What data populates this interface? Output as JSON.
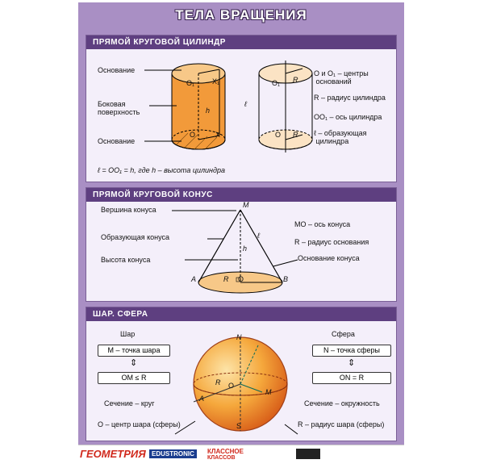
{
  "poster": {
    "title": "ТЕЛА ВРАЩЕНИЯ"
  },
  "cylinder": {
    "header": "ПРЯМОЙ КРУГОВОЙ ЦИЛИНДР",
    "label_base_top": "Основание",
    "label_lateral": "Боковая\nповерхность",
    "label_base_bottom": "Основание",
    "pt_o1": "O₁",
    "pt_o": "O",
    "pt_x1": "X₁",
    "pt_x": "X",
    "lbl_h": "h",
    "pt_o1_right": "O₁",
    "pt_o_right": "O",
    "lbl_r_top": "R",
    "lbl_r_bottom": "R",
    "lbl_l": "ℓ",
    "desc_1": "O и O₁ – центры\n оснований",
    "desc_2": "R – радиус цилиндра",
    "desc_3": "OO₁ – ось цилиндра",
    "desc_4": "ℓ – образующая\n цилиндра",
    "formula": "ℓ = OO₁ = h,  где h – высота цилиндра"
  },
  "cone": {
    "header": "ПРЯМОЙ КРУГОВОЙ КОНУС",
    "label_vertex": "Вершина конуса",
    "label_generator": "Образующая конуса",
    "label_height": "Высота конуса",
    "label_base": "Основание конуса",
    "pt_m": "M",
    "pt_a": "A",
    "pt_b": "B",
    "pt_o": "O",
    "lbl_r": "R",
    "lbl_h": "h",
    "lbl_l": "ℓ",
    "desc_1": "MO – ось конуса",
    "desc_2": "R – радиус основания"
  },
  "sphere": {
    "header": "ШАР. СФЕРА",
    "ball_title": "Шар",
    "ball_box_1": "M – точка шара",
    "ball_box_2": "OM ≤ R",
    "ball_section": "Сечение – круг",
    "ball_center": "O – центр шара (сферы)",
    "sphere_title": "Сфера",
    "sphere_box_1": "N – точка сферы",
    "sphere_box_2": "ON = R",
    "sphere_section": "Сечение – окружность",
    "sphere_radius": "R – радиус шара (сферы)",
    "equiv": "⇕",
    "pt_n": "N",
    "pt_m": "M",
    "pt_o": "O",
    "pt_a": "A",
    "pt_s": "S",
    "lbl_r": "R"
  },
  "footer": {
    "brand_1": "ГЕОМЕТРИЯ",
    "brand_2": "EDUSTRONIC",
    "brand_3": "КЛАССНОЕ",
    "brand_4": "КЛАССОВ"
  },
  "colors": {
    "poster_bg": "#a98fc4",
    "header_bg": "#5e3f80",
    "orange": "#f29a3a",
    "orange_light": "#f7c888"
  }
}
